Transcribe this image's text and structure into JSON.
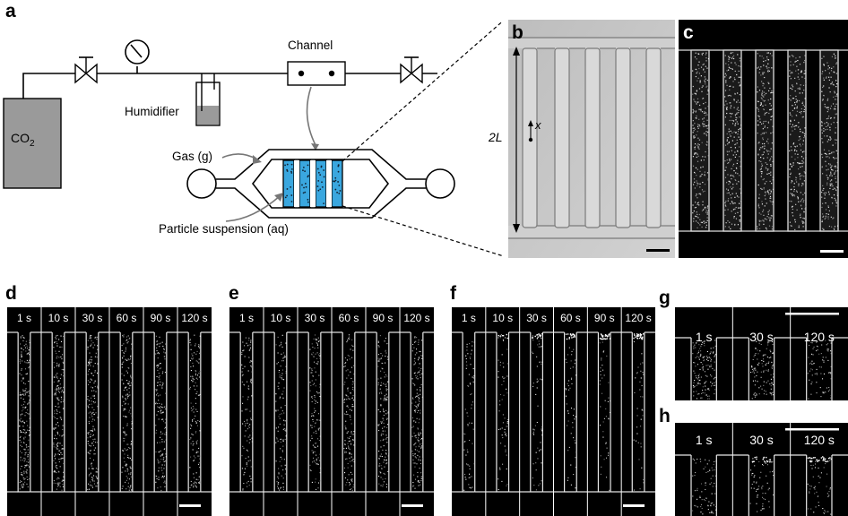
{
  "panel_labels": {
    "a": "a",
    "b": "b",
    "c": "c",
    "d": "d",
    "e": "e",
    "f": "f",
    "g": "g",
    "h": "h"
  },
  "schematic": {
    "co2_prefix": "CO",
    "co2_subscript": "2",
    "humidifier": "Humidifier",
    "channel": "Channel",
    "gas": "Gas (g)",
    "suspension": "Particle suspension (aq)"
  },
  "panel_b": {
    "length_label": "2L",
    "axis_label": "x"
  },
  "time_series": {
    "d": [
      "1 s",
      "10 s",
      "30 s",
      "60 s",
      "90 s",
      "120 s"
    ],
    "e": [
      "1 s",
      "10 s",
      "30 s",
      "60 s",
      "90 s",
      "120 s"
    ],
    "f": [
      "1 s",
      "10 s",
      "30 s",
      "60 s",
      "90 s",
      "120 s"
    ],
    "g": [
      "1 s",
      "30 s",
      "120 s"
    ],
    "h": [
      "1 s",
      "30 s",
      "120 s"
    ]
  },
  "colors": {
    "fluid": "#3aa7df",
    "tank": "#9a9a9a",
    "channel_wall": "#d9d9d9",
    "brightfield": "#c8c8c8"
  }
}
